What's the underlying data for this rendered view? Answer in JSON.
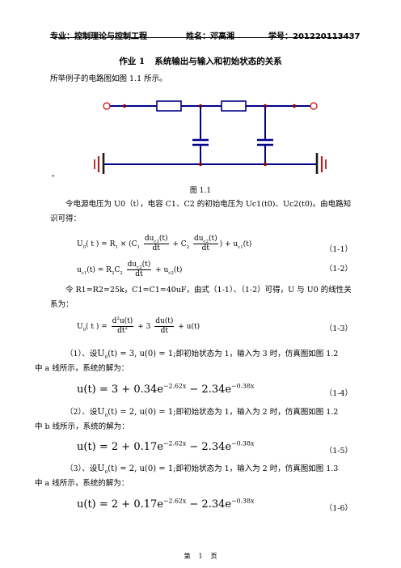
{
  "header": {
    "major": "专业：控制理论与控制工程",
    "name": "姓名：邓高湘",
    "student_id": "学号：201220113437"
  },
  "title": {
    "assignment": "作业 1",
    "topic": "系统输出与输入和初始状态的关系"
  },
  "intro": "所举例子的电路图如图 1.1 所示。",
  "figure": {
    "caption": "图 1.1",
    "dot": "。"
  },
  "para1": "令电源电压为 U0（t），电容 C1、C2 的初始电压为 Uc1(t0)、Uc2(t0)。由电路知识可得：",
  "eq1": {
    "lhs": "U",
    "lhs_sub": "0",
    "lhs_arg": "( t ) = R",
    "r_sub": "1",
    "mid": " × (C",
    "c1_sub": "1",
    "frac1_num": "du",
    "frac1_num_sub": "c1",
    "frac1_num_tail": "(t)",
    "frac_den": "dt",
    "plus_c2": " + C",
    "c2_sub": "2",
    "frac2_num": "du",
    "frac2_num_sub": "c2",
    "frac2_num_tail": "(t)",
    "tail": ") + u",
    "tail_sub": "c1",
    "tail_arg": "(t)",
    "number": "（1-1）"
  },
  "eq2": {
    "lhs": "u",
    "lhs_sub": "c1",
    "mid": "(t) = R",
    "r_sub": "2",
    "c": "C",
    "c_sub": "2",
    "frac_num": "du",
    "frac_num_sub": "c2",
    "frac_num_tail": "(t)",
    "frac_den": "dt",
    "tail": " + u",
    "tail_sub": "c2",
    "tail_arg": "(t)",
    "number": "（1-2）"
  },
  "para2": "令 R1=R2=25k，C1=C1=40uF，由式（1-1）、（1-2）可得，U 与 U0 的线性关系为：",
  "eq3": {
    "lhs": "U",
    "lhs_sub": "0",
    "lhs_arg": "( t ) =",
    "frac1_num": "d",
    "frac1_num_sup": "2",
    "frac1_num_tail": "u(t)",
    "frac1_den": "dt",
    "frac1_den_sup": "2",
    "plus3": " + 3",
    "frac2_num": "du(t)",
    "frac2_den": "dt",
    "tail": " + u(t)",
    "number": "（1-3）"
  },
  "case1": {
    "prefix": "（1）、设",
    "cond_U": "U",
    "cond_sub": "0",
    "cond_rest": "(t) = 3, u(0) = 1;",
    "text": "即初始状态为 1，输入为 3 时，仿真图如图 1.2",
    "cont": "中 a 线所示，系统的解为：",
    "sol_head": "u(t) = 3 + 0.34e",
    "sol_exp1": "−2.62x",
    "sol_mid": " − 2.34e",
    "sol_exp2": "−0.38x",
    "number": "（1-4）"
  },
  "case2": {
    "prefix": "（2）、设",
    "cond_U": "U",
    "cond_sub": "0",
    "cond_rest": "(t) = 2, u(0) = 1;",
    "text": "即初始状态为 1，输入为 2 时，仿真图如图 1.2",
    "cont": "中 b 线所示，系统的解为：",
    "sol_head": "u(t) = 2 + 0.17e",
    "sol_exp1": "−2.62x",
    "sol_mid": " − 2.34e",
    "sol_exp2": "−0.38x",
    "number": "（1-5）"
  },
  "case3": {
    "prefix": "（3）、设",
    "cond_U": "U",
    "cond_sub": "0",
    "cond_rest": "(t) = 2, u(0) = 1;",
    "text": "即初始状态为 1，输入为 2 时，仿真图如图 1.3",
    "cont": "中 a 线所示，系统的解为：",
    "sol_head": "u(t) = 2 + 0.17e",
    "sol_exp1": "−2.62x",
    "sol_mid": " − 2.34e",
    "sol_exp2": "−0.38x",
    "number": "（1-6）"
  },
  "footer": {
    "pre": "第",
    "page": "1",
    "post": "页"
  },
  "colors": {
    "wire": "#00008b",
    "terminal_red": "#cc0000",
    "ground_dark": "#1a1a1a",
    "ground_red": "#b22222"
  }
}
